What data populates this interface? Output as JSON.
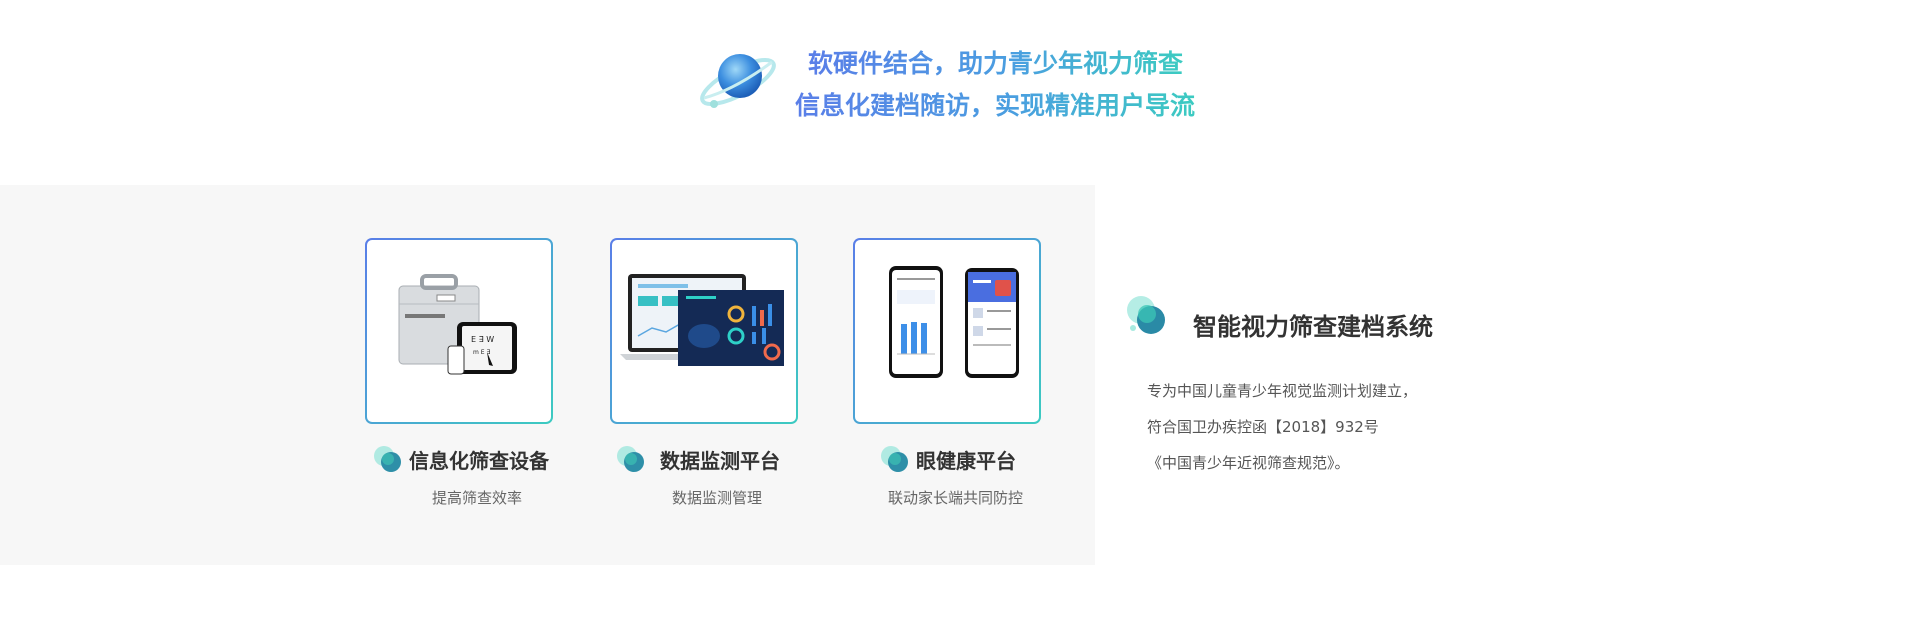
{
  "hero": {
    "line1": "软硬件结合，助力青少年视力筛查",
    "line2": "信息化建档随访，实现精准用户导流"
  },
  "features": [
    {
      "title": "信息化筛查设备",
      "subtitle": "提高筛查效率",
      "icon": "briefcase-tablet-image"
    },
    {
      "title": "数据监测平台",
      "subtitle": "数据监测管理",
      "icon": "dashboard-screens-image"
    },
    {
      "title": "眼健康平台",
      "subtitle": "联动家长端共同防控",
      "icon": "mobile-phones-image"
    }
  ],
  "system": {
    "title": "智能视力筛查建档系统",
    "lines": [
      "专为中国儿童青少年视觉监测计划建立，",
      "符合国卫办疾控函【2018】932号",
      "《中国青少年近视筛查规范》。"
    ]
  },
  "colors": {
    "gradient_start": "#5a7ee8",
    "gradient_end": "#3ccbc1",
    "panel_bg": "#f7f7f7",
    "title": "#333333",
    "text": "#666666"
  }
}
